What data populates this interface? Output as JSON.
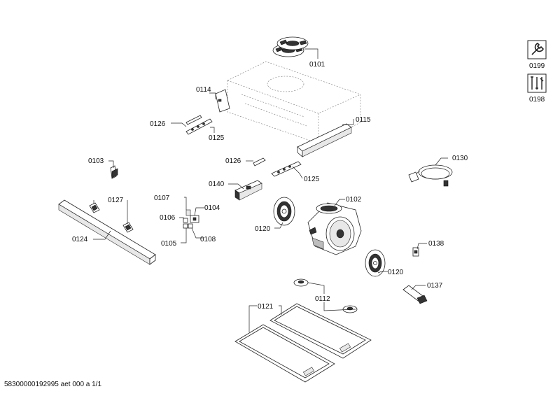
{
  "parts": [
    {
      "id": "0101",
      "label": "0101"
    },
    {
      "id": "0102",
      "label": "0102"
    },
    {
      "id": "0103",
      "label": "0103"
    },
    {
      "id": "0104",
      "label": "0104"
    },
    {
      "id": "0105",
      "label": "0105"
    },
    {
      "id": "0106",
      "label": "0106"
    },
    {
      "id": "0107",
      "label": "0107"
    },
    {
      "id": "0108",
      "label": "0108"
    },
    {
      "id": "0112",
      "label": "0112"
    },
    {
      "id": "0114",
      "label": "0114"
    },
    {
      "id": "0115",
      "label": "0115"
    },
    {
      "id": "0120a",
      "label": "0120"
    },
    {
      "id": "0120b",
      "label": "0120"
    },
    {
      "id": "0121",
      "label": "0121"
    },
    {
      "id": "0124",
      "label": "0124"
    },
    {
      "id": "0125a",
      "label": "0125"
    },
    {
      "id": "0125b",
      "label": "0125"
    },
    {
      "id": "0126a",
      "label": "0126"
    },
    {
      "id": "0126b",
      "label": "0126"
    },
    {
      "id": "0127",
      "label": "0127"
    },
    {
      "id": "0130",
      "label": "0130"
    },
    {
      "id": "0137",
      "label": "0137"
    },
    {
      "id": "0138",
      "label": "0138"
    },
    {
      "id": "0140",
      "label": "0140"
    }
  ],
  "legend": [
    {
      "label": "0199",
      "icon": "wrench-icon"
    },
    {
      "label": "0198",
      "icon": "tools-icon"
    }
  ],
  "footer": "58300000192995 aet 000 a 1/1"
}
